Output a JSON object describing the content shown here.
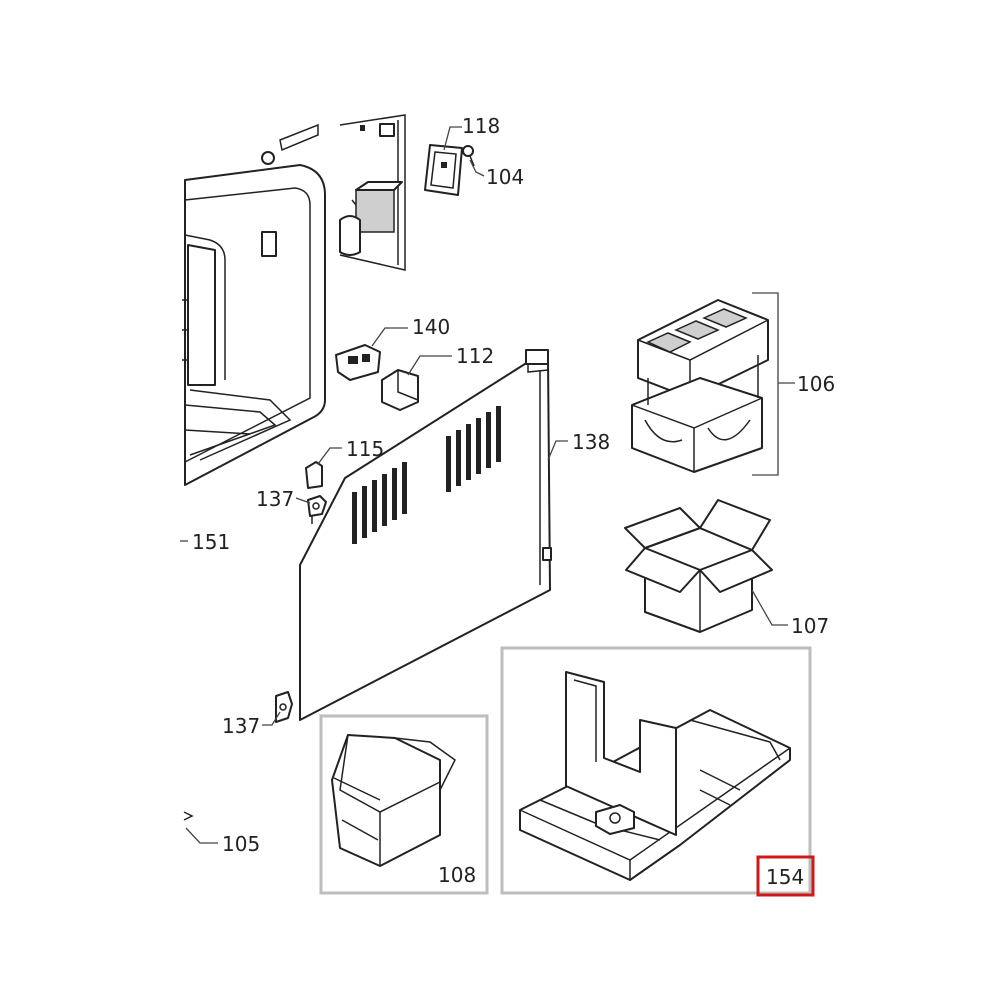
{
  "callouts": {
    "c118": "118",
    "c104": "104",
    "c140": "140",
    "c112": "112",
    "c106": "106",
    "c138": "138",
    "c115": "115",
    "c137a": "137",
    "c151": "151",
    "c107": "107",
    "c137b": "137",
    "c105": "105",
    "c108": "108",
    "c154": "154"
  },
  "colors": {
    "highlight": "#d01818",
    "frame": "#bdbdbd",
    "line": "#222222"
  }
}
